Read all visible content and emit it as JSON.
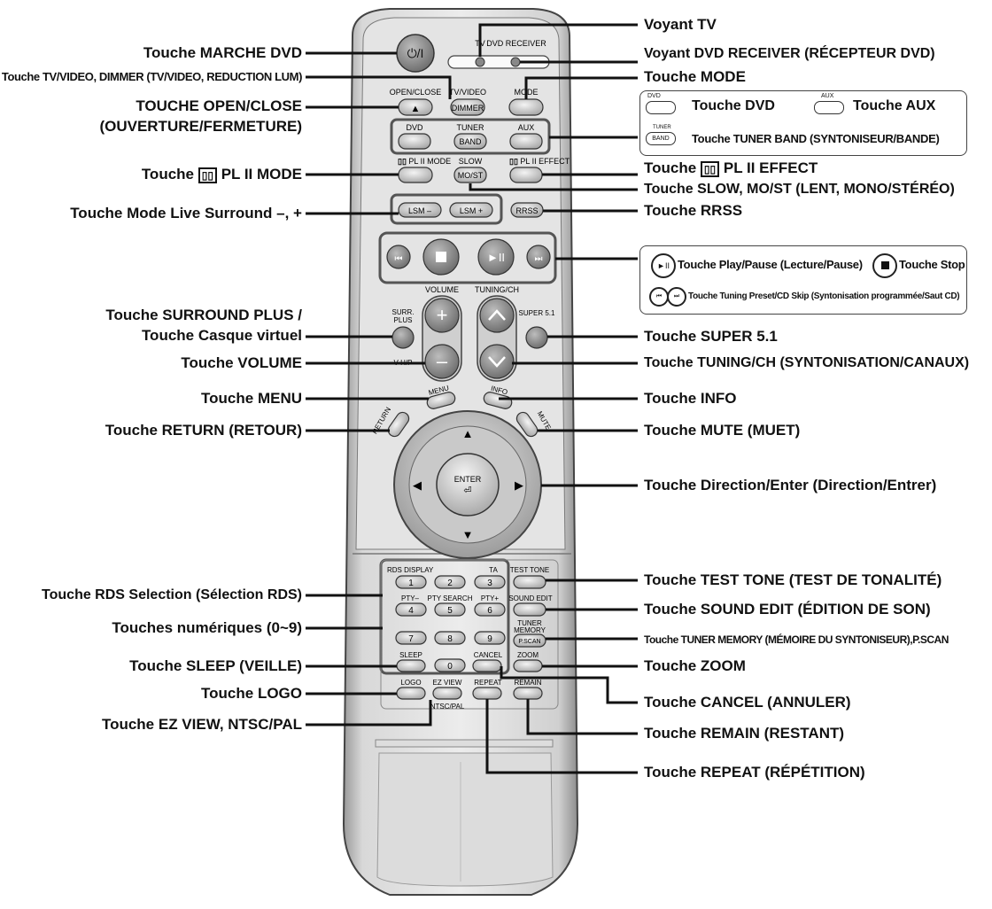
{
  "remote": {
    "btn_power": "⏻/I",
    "ind_tv": "TV",
    "ind_dvd_receiver": "DVD RECEIVER",
    "lbl_open_close": "OPEN/CLOSE",
    "lbl_tv_video": "TV/VIDEO",
    "btn_dimmer": "DIMMER",
    "lbl_mode": "MODE",
    "lbl_dvd": "DVD",
    "lbl_tuner": "TUNER",
    "btn_band": "BAND",
    "lbl_aux": "AUX",
    "lbl_pl2_mode": "PL II MODE",
    "lbl_slow": "SLOW",
    "btn_most": "MO/ST",
    "lbl_pl2_effect": "PL II EFFECT",
    "btn_lsm_minus": "LSM –",
    "btn_lsm_plus": "LSM +",
    "btn_rrss": "RRSS",
    "lbl_volume": "VOLUME",
    "lbl_tuning_ch": "TUNING/CH",
    "lbl_surr_plus_1": "SURR.",
    "lbl_surr_plus_2": "PLUS",
    "lbl_super51": "SUPER 5.1",
    "lbl_vhp": "V-H/P",
    "lbl_menu": "MENU",
    "lbl_info": "INFO",
    "lbl_return": "RETURN",
    "lbl_mute": "MUTE",
    "lbl_enter": "ENTER",
    "lbl_rds_display": "RDS DISPLAY",
    "lbl_ta": "TA",
    "lbl_test_tone": "TEST TONE",
    "lbl_pty_minus": "PTY–",
    "lbl_pty_search": "PTY SEARCH",
    "lbl_pty_plus": "PTY+",
    "lbl_sound_edit": "SOUND EDIT",
    "lbl_tuner_memory_1": "TUNER",
    "lbl_tuner_memory_2": "MEMORY",
    "btn_pscan": "P.SCAN",
    "lbl_sleep": "SLEEP",
    "lbl_cancel": "CANCEL",
    "lbl_zoom": "ZOOM",
    "lbl_logo": "LOGO",
    "lbl_ez_view": "EZ VIEW",
    "lbl_repeat": "REPEAT",
    "lbl_remain": "REMAIN",
    "lbl_ntsc_pal": "NTSC/PAL",
    "digits": [
      "1",
      "2",
      "3",
      "4",
      "5",
      "6",
      "7",
      "8",
      "9",
      "0"
    ]
  },
  "callouts_left": {
    "marche_dvd": "Touche MARCHE DVD",
    "tv_video_dimmer": "Touche TV/VIDEO, DIMMER (TV/VIDEO, REDUCTION LUM)",
    "open_close_1": "TOUCHE OPEN/CLOSE",
    "open_close_2": "(OUVERTURE/FERMETURE)",
    "pl2_mode_prefix": "Touche",
    "pl2_mode_suffix": "PL II MODE",
    "live_surround": "Touche Mode Live Surround –, +",
    "surround_plus_1": "Touche SURROUND PLUS /",
    "surround_plus_2": "Touche Casque virtuel",
    "volume": "Touche VOLUME",
    "menu": "Touche MENU",
    "return": "Touche RETURN (RETOUR)",
    "rds_selection": "Touche RDS Selection (Sélection RDS)",
    "numeriques": "Touches numériques (0~9)",
    "sleep": "Touche SLEEP (VEILLE)",
    "logo": "Touche LOGO",
    "ez_view": "Touche EZ VIEW, NTSC/PAL"
  },
  "callouts_right": {
    "voyant_tv": "Voyant TV",
    "voyant_dvd_receiver": "Voyant DVD RECEIVER (RÉCEPTEUR DVD)",
    "mode": "Touche MODE",
    "pl2_effect_prefix": "Touche",
    "pl2_effect_suffix": "PL II EFFECT",
    "slow_most": "Touche SLOW, MO/ST (LENT, MONO/STÉRÉO)",
    "rrss": "Touche RRSS",
    "super51": "Touche SUPER 5.1",
    "tuning_ch": "Touche TUNING/CH (SYNTONISATION/CANAUX)",
    "info": "Touche INFO",
    "mute": "Touche MUTE (MUET)",
    "direction_enter": "Touche Direction/Enter (Direction/Entrer)",
    "test_tone": "Touche TEST TONE (TEST DE TONALITÉ)",
    "sound_edit": "Touche SOUND EDIT (ÉDITION DE SON)",
    "tuner_memory": "Touche TUNER MEMORY (MÉMOIRE DU SYNTONISEUR),P.SCAN",
    "zoom": "Touche ZOOM",
    "cancel": "Touche CANCEL (ANNULER)",
    "remain": "Touche REMAIN (RESTANT)",
    "repeat": "Touche REPEAT (RÉPÉTITION)"
  },
  "mode_box": {
    "dvd_small": "DVD",
    "dvd_label": "Touche DVD",
    "aux_small": "AUX",
    "aux_label": "Touche AUX",
    "tuner_small": "TUNER",
    "band_small": "BAND",
    "tuner_label": "Touche TUNER BAND (SYNTONISEUR/BANDE)"
  },
  "play_box": {
    "play_pause_label": "Touche Play/Pause (Lecture/Pause)",
    "stop_label": "Touche Stop",
    "skip_label": "Touche Tuning Preset/CD Skip (Syntonisation programmée/Saut CD)"
  }
}
